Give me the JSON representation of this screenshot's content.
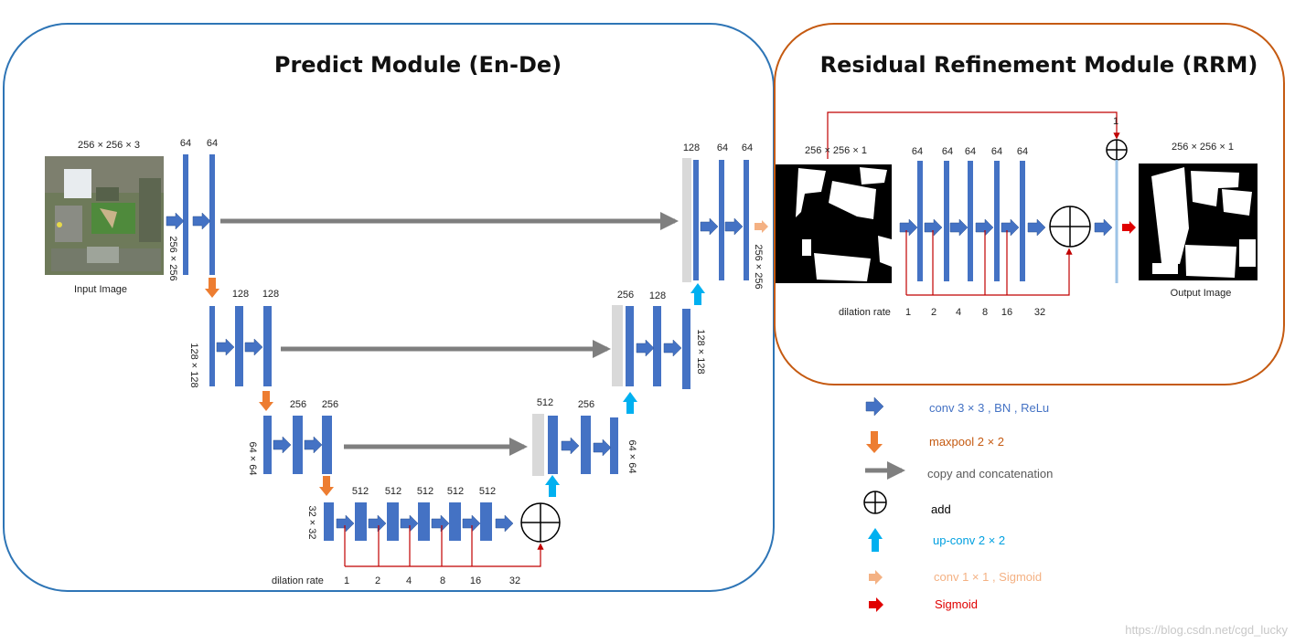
{
  "predict_module": {
    "title": "Predict Module (En-De)",
    "input_size": "256 × 256 × 3",
    "input_caption": "Input Image",
    "enc1": {
      "ch_a": "64",
      "ch_b": "64",
      "res": "256 × 256"
    },
    "enc2": {
      "ch_a": "128",
      "ch_b": "128",
      "res": "128 × 128"
    },
    "enc3": {
      "ch_a": "256",
      "ch_b": "256",
      "res": "64 × 64"
    },
    "bridge": {
      "res": "32 × 32",
      "channels": [
        "512",
        "512",
        "512",
        "512",
        "512"
      ]
    },
    "dec3": {
      "concat": "512",
      "ch": "256",
      "res": "64 × 64"
    },
    "dec2": {
      "concat": "256",
      "ch": "128",
      "res": "128 × 128"
    },
    "dec1": {
      "concat": "128",
      "ch_a": "64",
      "ch_b": "64",
      "res": "256 × 256"
    },
    "dilation_label": "dilation rate",
    "dilation_rates": [
      "1",
      "2",
      "4",
      "8",
      "16",
      "32"
    ]
  },
  "rrm": {
    "title": "Residual Refinement Module (RRM)",
    "in_size": "256 × 256 × 1",
    "out_size": "256 × 256 × 1",
    "channels": [
      "64",
      "64",
      "64",
      "64",
      "64"
    ],
    "one_label": "1",
    "output_caption": "Output Image",
    "dilation_label": "dilation rate",
    "dilation_rates": [
      "1",
      "2",
      "4",
      "8",
      "16",
      "32"
    ]
  },
  "legend": [
    {
      "icon": "conv-arrow-icon",
      "text": "conv 3 × 3 , BN , ReLu",
      "color": "#4472c4"
    },
    {
      "icon": "maxpool-arrow-icon",
      "text": "maxpool 2 × 2",
      "color": "#c55a11"
    },
    {
      "icon": "copy-arrow-icon",
      "text": "copy and concatenation",
      "color": "#595959"
    },
    {
      "icon": "add-icon",
      "text": "add",
      "color": "#000000"
    },
    {
      "icon": "upconv-arrow-icon",
      "text": "up-conv 2 × 2",
      "color": "#00a0e0"
    },
    {
      "icon": "conv1x1-arrow-icon",
      "text": "conv 1 × 1 , Sigmoid",
      "color": "#f4b183"
    },
    {
      "icon": "sigmoid-arrow-icon",
      "text": "Sigmoid",
      "color": "#e00000"
    }
  ],
  "watermark": "https://blog.csdn.net/cgd_lucky",
  "colors": {
    "block_blue": "#4472c4",
    "concat_gray": "#d9d9d9",
    "maxpool_orange": "#ed7d31",
    "upconv_cyan": "#00b0f0",
    "skip_gray": "#7f7f7f",
    "dilation_red": "#c00000",
    "predict_border": "#2e75b6",
    "rrm_border": "#c55a11"
  }
}
